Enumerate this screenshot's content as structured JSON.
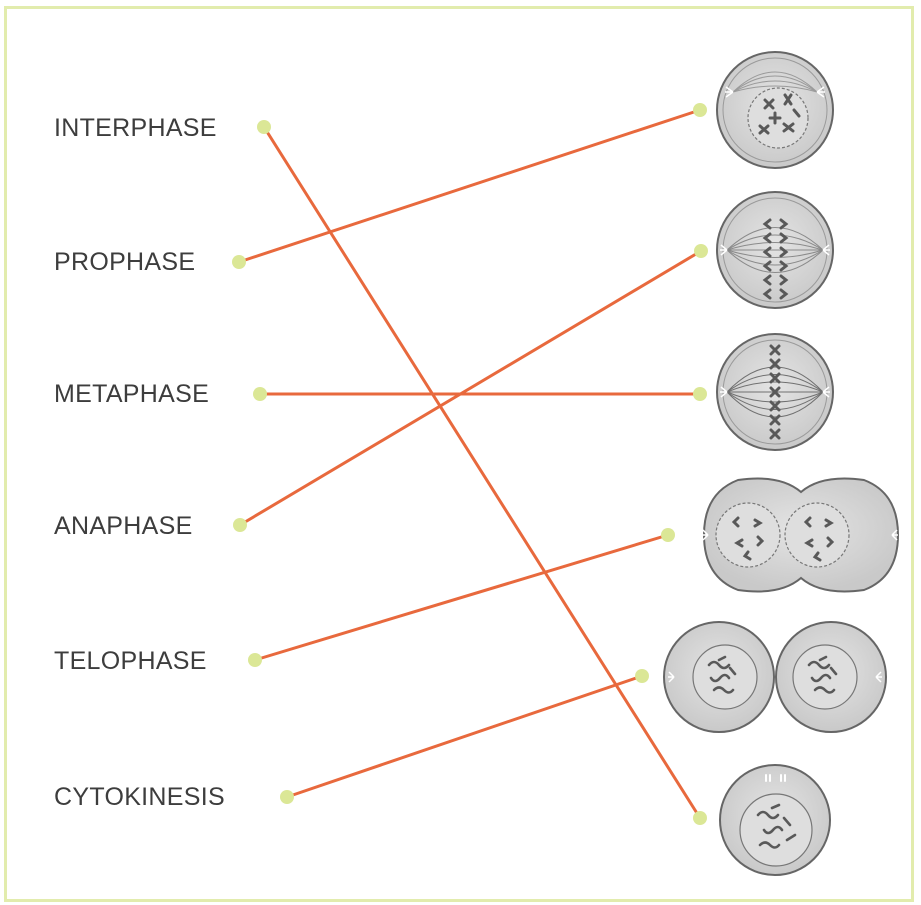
{
  "phases": [
    {
      "label": "INTERPHASE"
    },
    {
      "label": "PROPHASE"
    },
    {
      "label": "METAPHASE"
    },
    {
      "label": "ANAPHASE"
    },
    {
      "label": "TELOPHASE"
    },
    {
      "label": "CYTOKINESIS"
    }
  ],
  "colors": {
    "frame": "#e2ecad",
    "connector": "#e8693d",
    "dot": "#dbe796",
    "cell_fill": "#d6d6d6",
    "cell_stroke": "#666666",
    "chromosome": "#595959"
  }
}
